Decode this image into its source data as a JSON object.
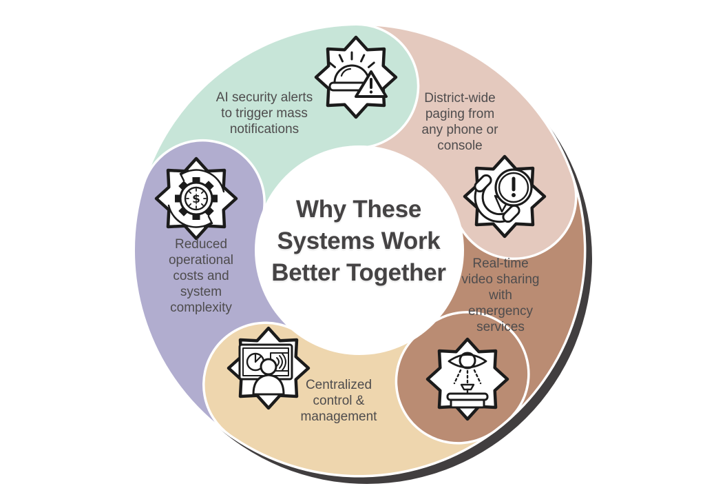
{
  "title": "Why These\nSystems Work\nBetter Together",
  "segments": [
    {
      "id": "alerts",
      "label": "AI security alerts\nto trigger mass\nnotifications",
      "color": "#c7e5d8",
      "icon": "siren-alert-icon"
    },
    {
      "id": "paging",
      "label": "District-wide\npaging from\nany phone or\nconsole",
      "color": "#e4c9be",
      "icon": "phone-alert-icon"
    },
    {
      "id": "video",
      "label": "Real-time\nvideo sharing\nwith\nemergency\nservices",
      "color": "#ba8c73",
      "icon": "eye-projector-icon"
    },
    {
      "id": "control",
      "label": "Centralized\ncontrol &\nmanagement",
      "color": "#eed6ae",
      "icon": "monitor-operator-icon"
    },
    {
      "id": "costs",
      "label": "Reduced\noperational\ncosts and\nsystem\ncomplexity",
      "color": "#b1adcf",
      "icon": "gear-clock-dollar-icon"
    }
  ],
  "icons": {
    "dollar_sign": "$"
  },
  "colors": {
    "shadow": "#413e3f",
    "badge_fill": "#ffffff",
    "badge_stroke": "#1b1b1b",
    "center_fill": "#ffffff",
    "title_text": "#454344",
    "label_text": "#4e4c4d",
    "background": "#ffffff"
  }
}
